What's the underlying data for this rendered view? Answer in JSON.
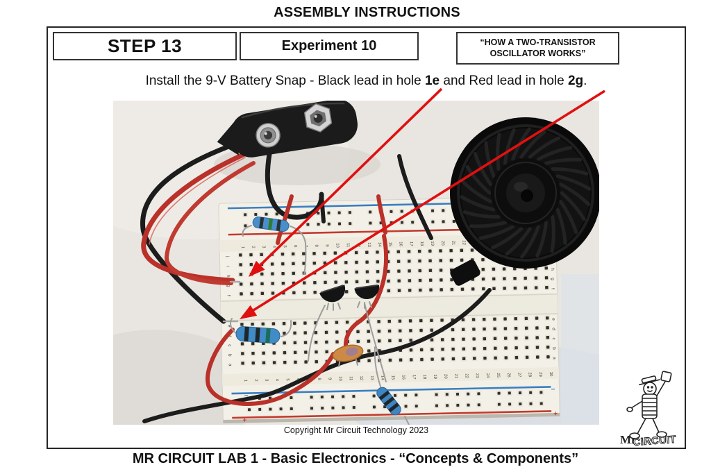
{
  "page": {
    "title": "ASSEMBLY INSTRUCTIONS",
    "footer": "MR CIRCUIT LAB 1 - Basic Electronics - “Concepts & Components”"
  },
  "header": {
    "step": "STEP 13",
    "experiment": "Experiment 10",
    "topic": "“HOW A TWO-TRANSISTOR OSCILLATOR WORKS”"
  },
  "instruction": {
    "prefix": "Install the 9-V Battery Snap - Black lead in hole ",
    "hole1": "1e",
    "middle": " and Red lead in hole ",
    "hole2": "2g",
    "suffix": "."
  },
  "photo": {
    "copyright": "Copyright Mr Circuit Technology 2023"
  },
  "breadboard": {
    "column_numbers": [
      "1",
      "2",
      "3",
      "4",
      "5",
      "6",
      "7",
      "8",
      "9",
      "10",
      "11",
      "12",
      "13",
      "14",
      "15",
      "16",
      "17",
      "18",
      "19",
      "20",
      "21",
      "22",
      "23",
      "24",
      "25",
      "26",
      "27",
      "28",
      "29",
      "30"
    ],
    "row_letters_top": [
      "j",
      "i",
      "h",
      "g",
      "f"
    ],
    "row_letters_bottom": [
      "e",
      "d",
      "c",
      "b",
      "a"
    ],
    "polarity_negative": "−",
    "polarity_positive": "+"
  },
  "logo": {
    "mr": "Mr",
    "circuit": "CIRCUIT"
  },
  "colors": {
    "arrow_red": "#e01010",
    "rail_blue": "#3a7fc1",
    "rail_red": "#c23b2e",
    "wire_red": "#b93129",
    "wire_black": "#1c1c1c",
    "resistor_blue": "#4a8fc9",
    "capacitor_orange": "#cc8a45",
    "hole_dark": "#332f2a",
    "label_gray": "#4a463f"
  }
}
